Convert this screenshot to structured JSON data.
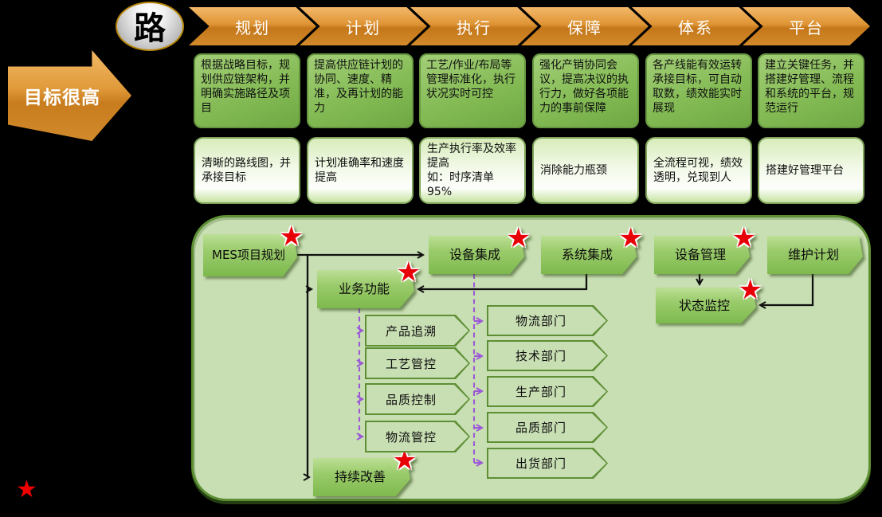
{
  "badge": {
    "char": "路"
  },
  "goal": {
    "label": "目标很高"
  },
  "header": {
    "phases": [
      "规划",
      "计划",
      "执行",
      "保障",
      "体系",
      "平台"
    ]
  },
  "objectives": [
    "根据战略目标，规划供应链架构，并明确实施路径及项目",
    "提高供应链计划的协同、速度、精准，及再计划的能力",
    "工艺/作业/布局等管理标准化，执行状况实时可控",
    "强化产销协同会议，提高决议的执行力，做好各项能力的事前保障",
    "各产线能有效运转承接目标，可自动取数，绩效能实时展现",
    "建立关键任务，并搭建好管理、流程和系统的平台，规范运行"
  ],
  "outcomes": [
    "清晰的路线图，并承接目标",
    "计划准确率和速度提高",
    "生产执行率及效率提高\n如：时序清单95%",
    "消除能力瓶颈",
    "全流程可视，绩效透明，兑现到人",
    "搭建好管理平台"
  ],
  "flow": {
    "nodes": [
      {
        "label": "MES项目规划",
        "star": true
      },
      {
        "label": "设备集成",
        "star": true
      },
      {
        "label": "系统集成",
        "star": true
      },
      {
        "label": "设备管理",
        "star": true
      },
      {
        "label": "维护计划",
        "star": false
      },
      {
        "label": "业务功能",
        "star": true
      },
      {
        "label": "状态监控",
        "star": true
      },
      {
        "label": "持续改善",
        "star": true
      }
    ],
    "functions": [
      "产品追溯",
      "工艺管控",
      "品质控制",
      "物流管控"
    ],
    "departments": [
      "物流部门",
      "技术部门",
      "生产部门",
      "品质部门",
      "出货部门"
    ]
  },
  "icons": {
    "star": "★"
  },
  "colors": {
    "phase_arrow": "#da9130",
    "objective_box": "#84bb55",
    "outcome_box": "#eaf5da",
    "panel": "#c8deb3",
    "node": "#8fc361",
    "connector": "#111111",
    "dashed_connector": "#9b59d6",
    "star": "#e80007"
  }
}
